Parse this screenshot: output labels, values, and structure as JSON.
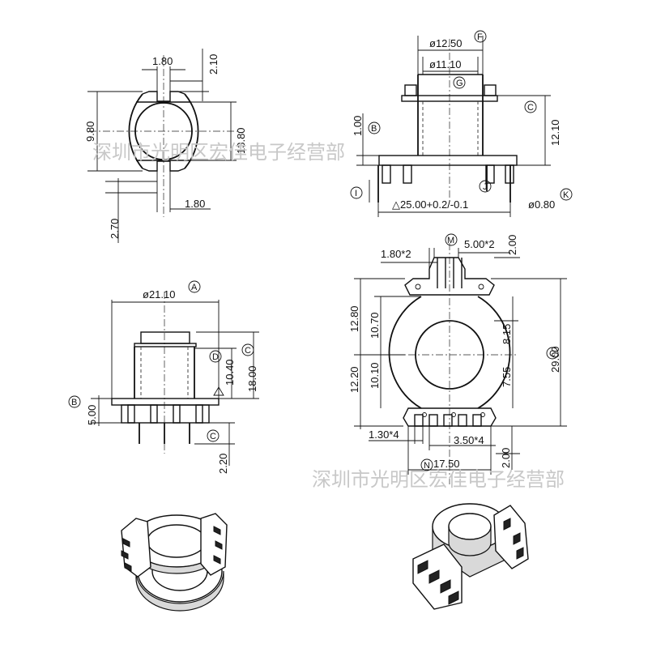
{
  "top_left_view": {
    "dims": [
      "1.80",
      "2.10",
      "9.80",
      "13.80",
      "1.80",
      "2.70"
    ]
  },
  "top_right_view": {
    "dims": [
      "ø12.50",
      "ø11.10",
      "1.00",
      "12.10",
      "△25.00+0.2/-0.1",
      "ø0.80"
    ],
    "markers": [
      "F",
      "G",
      "B",
      "C",
      "I",
      "J",
      "K"
    ]
  },
  "bottom_left_view": {
    "dims": [
      "ø21.10",
      "10.40",
      "18.00",
      "5.00",
      "2.20"
    ],
    "markers": [
      "A",
      "D",
      "C",
      "B",
      "C"
    ]
  },
  "bottom_right_view": {
    "dims": [
      "1.80*2",
      "5.00*2",
      "2.00",
      "12.80",
      "10.70",
      "8.15",
      "29.00",
      "12.20",
      "10.10",
      "7.55",
      "1.30*4",
      "3.50*4",
      "2.00",
      "17.50"
    ],
    "markers": [
      "M",
      "C",
      "N"
    ]
  },
  "watermarks": [
    "深圳市光明区宏佳电子经营部",
    "深圳市光明区宏佳电子经营部"
  ],
  "colors": {
    "ink": "#111111",
    "watermark": "#c8c8c8",
    "background": "#ffffff"
  }
}
